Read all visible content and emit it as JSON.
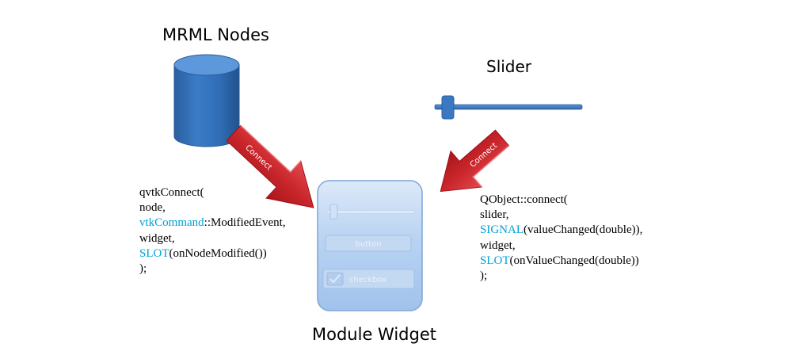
{
  "titles": {
    "mrml_nodes": "MRML Nodes",
    "slider": "Slider",
    "module_widget": "Module Widget"
  },
  "arrows": {
    "left_label": "Connect",
    "right_label": "Connect"
  },
  "widget": {
    "button_label": "button",
    "checkbox_label": "checkbox"
  },
  "code_left": {
    "line1": "qvtkConnect(",
    "line2": "node,",
    "line3_kw": "vtkCommand",
    "line3_rest": "::ModifiedEvent,",
    "line4": "widget,",
    "line5_kw": "SLOT",
    "line5_rest": "(onNodeModified())",
    "line6": ");"
  },
  "code_right": {
    "line1": "QObject::connect(",
    "line2": "slider,",
    "line3_kw": "SIGNAL",
    "line3_rest": "(valueChanged(double)),",
    "line4": "widget,",
    "line5_kw": "SLOT",
    "line5_rest": "(onValueChanged(double))",
    "line6": ");"
  },
  "colors": {
    "cylinder_blue": "#2e6fba",
    "slider_blue": "#3d7cc6",
    "arrow_red": "#c9262b",
    "widget_blue": "#a9c8ef",
    "keyword_blue": "#00a0d8"
  },
  "icons": {
    "database": "cylinder",
    "checkbox_check": "check-mark"
  }
}
